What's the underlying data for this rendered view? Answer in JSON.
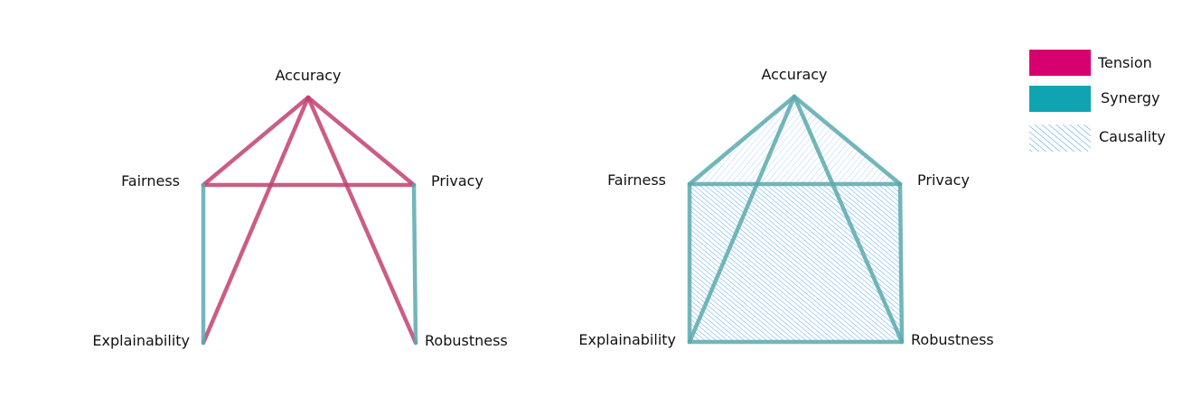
{
  "colors": {
    "tension": "#C2416F",
    "tension_legend": "#D6006E",
    "synergy": "#5AA9AE",
    "synergy_legend": "#10A4B2",
    "causality": "#1E88E5"
  },
  "nodes": {
    "accuracy": "Accuracy",
    "fairness": "Fairness",
    "privacy": "Privacy",
    "explainability": "Explainability",
    "robustness": "Robustness"
  },
  "legend": {
    "tension": "Tension",
    "synergy": "Synergy",
    "causality": "Causality"
  },
  "diagrams": [
    {
      "edges": [
        {
          "from": "accuracy",
          "to": "fairness",
          "type": "tension"
        },
        {
          "from": "accuracy",
          "to": "privacy",
          "type": "tension"
        },
        {
          "from": "fairness",
          "to": "privacy",
          "type": "tension"
        },
        {
          "from": "accuracy",
          "to": "explainability",
          "type": "tension"
        },
        {
          "from": "accuracy",
          "to": "robustness",
          "type": "tension"
        },
        {
          "from": "fairness",
          "to": "explainability",
          "type": "synergy"
        },
        {
          "from": "privacy",
          "to": "robustness",
          "type": "synergy"
        }
      ],
      "causality_regions": []
    },
    {
      "edges": [
        {
          "from": "accuracy",
          "to": "fairness",
          "type": "synergy"
        },
        {
          "from": "accuracy",
          "to": "privacy",
          "type": "synergy"
        },
        {
          "from": "fairness",
          "to": "privacy",
          "type": "synergy"
        },
        {
          "from": "accuracy",
          "to": "explainability",
          "type": "synergy"
        },
        {
          "from": "accuracy",
          "to": "robustness",
          "type": "synergy"
        },
        {
          "from": "fairness",
          "to": "explainability",
          "type": "synergy"
        },
        {
          "from": "privacy",
          "to": "robustness",
          "type": "synergy"
        },
        {
          "from": "explainability",
          "to": "robustness",
          "type": "synergy"
        }
      ],
      "causality_regions": [
        [
          "accuracy",
          "fairness",
          "privacy"
        ],
        [
          "fairness",
          "privacy",
          "robustness",
          "explainability"
        ]
      ]
    }
  ]
}
